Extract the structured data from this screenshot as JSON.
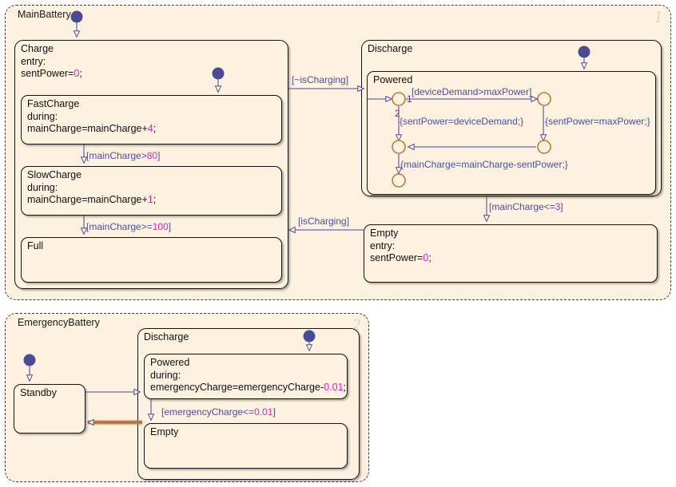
{
  "page": {
    "background": "#ffffff",
    "chart_fill": "#fdf2e0",
    "state_border": "#111111",
    "transition_color": "#4d4d9e",
    "literal_color": "#e21fc0",
    "junction_color": "#c07a32",
    "active_transition_color": "#e08020"
  },
  "charts": [
    {
      "name": "MainBattery",
      "label": "MainBattery",
      "watermark": "1",
      "states": [
        {
          "name": "Charge",
          "title": "Charge",
          "lines": [
            "Charge",
            "entry:",
            "sentPower=0;"
          ],
          "literals": [
            "0"
          ]
        },
        {
          "name": "FastCharge",
          "title": "FastCharge",
          "lines": [
            "FastCharge",
            "during:",
            "mainCharge=mainCharge+4;"
          ],
          "literals": [
            "4"
          ]
        },
        {
          "name": "SlowCharge",
          "title": "SlowCharge",
          "lines": [
            "SlowCharge",
            "during:",
            "mainCharge=mainCharge+1;"
          ],
          "literals": [
            "1"
          ]
        },
        {
          "name": "Full",
          "title": "Full",
          "lines": [
            "Full"
          ],
          "literals": []
        },
        {
          "name": "Discharge",
          "title": "Discharge",
          "lines": [
            "Discharge"
          ],
          "literals": []
        },
        {
          "name": "Powered",
          "title": "Powered",
          "lines": [
            "Powered"
          ],
          "literals": []
        },
        {
          "name": "Empty",
          "title": "Empty",
          "lines": [
            "Empty",
            "entry:",
            "sentPower=0;"
          ],
          "literals": [
            "0"
          ]
        }
      ],
      "transitions": [
        {
          "name": "fastcharge-to-slowcharge",
          "label": "[mainCharge>80]",
          "literal": "80"
        },
        {
          "name": "slowcharge-to-full",
          "label": "[mainCharge>=100]",
          "literal": "100"
        },
        {
          "name": "charge-to-discharge",
          "label": "[~isCharging]",
          "literal": ""
        },
        {
          "name": "empty-to-charge",
          "label": "[isCharging]",
          "literal": ""
        },
        {
          "name": "powered-to-empty",
          "label": "[mainCharge<=3]",
          "literal": "3"
        },
        {
          "name": "junction-top-branch",
          "label": "[deviceDemand>maxPower]",
          "literal": ""
        },
        {
          "name": "junction-left-action",
          "label": "{sentPower=deviceDemand;}",
          "literal": ""
        },
        {
          "name": "junction-right-action",
          "label": "{sentPower=maxPower;}",
          "literal": ""
        },
        {
          "name": "junction-merge-action",
          "label": "{mainCharge=mainCharge-sentPower;}",
          "literal": ""
        }
      ],
      "junction_orders": [
        "1",
        "2"
      ]
    },
    {
      "name": "EmergencyBattery",
      "label": "EmergencyBattery",
      "watermark": "2",
      "states": [
        {
          "name": "Standby",
          "title": "Standby",
          "lines": [
            "Standby"
          ],
          "literals": []
        },
        {
          "name": "Discharge",
          "title": "Discharge",
          "lines": [
            "Discharge"
          ],
          "literals": []
        },
        {
          "name": "Powered",
          "title": "Powered",
          "lines": [
            "Powered",
            "during:",
            "emergencyCharge=emergencyCharge-0.01;"
          ],
          "literals": [
            "0.01"
          ]
        },
        {
          "name": "Empty",
          "title": "Empty",
          "lines": [
            "Empty"
          ],
          "literals": []
        }
      ],
      "transitions": [
        {
          "name": "powered-to-empty",
          "label": "[emergencyCharge<=0.01]",
          "literal": "0.01"
        },
        {
          "name": "standby-to-discharge",
          "label": "",
          "literal": ""
        },
        {
          "name": "empty-to-standby",
          "label": "",
          "literal": ""
        }
      ]
    }
  ]
}
